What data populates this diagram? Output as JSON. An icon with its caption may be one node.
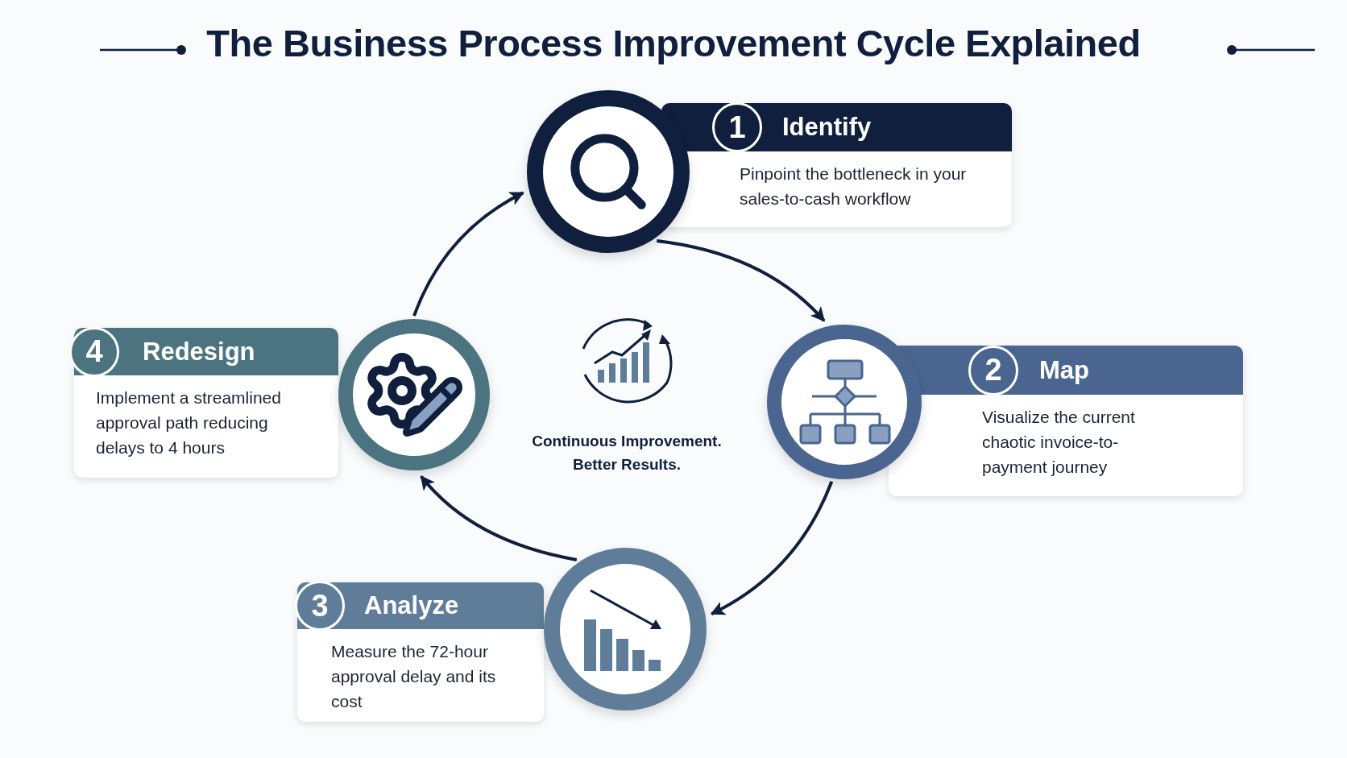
{
  "diagram": {
    "title": "The Business Process Improvement Cycle Explained",
    "nodes": [
      {
        "text": [],
        "shape": "circle"
      },
      {
        "text": [
          "1",
          "Identify",
          "Pinpoint the bottleneck in your sales-to-cash workflow"
        ]
      },
      {
        "text": [],
        "shape": "circle"
      },
      {
        "text": [
          "2",
          "Map",
          "Visualize the current chaotic invoice-to-payment journey"
        ]
      },
      {
        "text": [],
        "shape": "circle"
      },
      {
        "text": [
          "3",
          "Analyze",
          "Measure the 72-hour approval delay and its cost"
        ]
      },
      {
        "text": [],
        "shape": "circle"
      },
      {
        "text": [
          "4",
          "Redesign",
          "Implement a streamlined approval path reducing delays to 4 hours"
        ]
      }
    ],
    "edges": [
      {
        "from": 0,
        "to": 2,
        "arrow": "to"
      },
      {
        "from": 2,
        "to": 4,
        "arrow": "to"
      },
      {
        "from": 4,
        "to": 6,
        "arrow": "to"
      },
      {
        "from": 6,
        "to": 0,
        "arrow": "to"
      }
    ],
    "labels": [
      "Continuous Improvement. Better Results."
    ]
  }
}
